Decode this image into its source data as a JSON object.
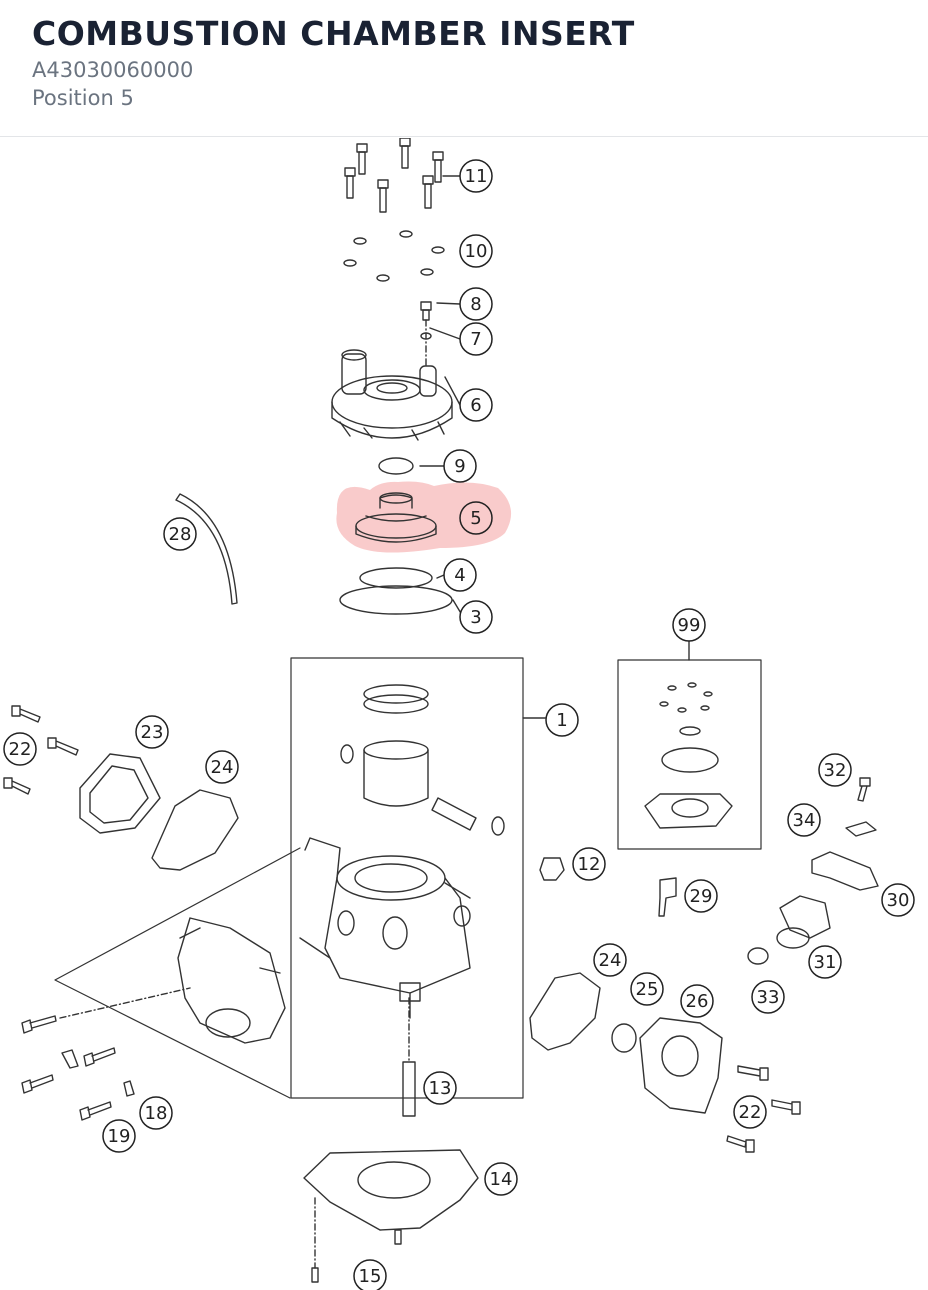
{
  "header": {
    "title": "COMBUSTION CHAMBER INSERT",
    "part_number": "A43030060000",
    "position": "Position 5"
  },
  "diagram": {
    "highlighted_callout": "5",
    "highlight_color": "#f4a0a0",
    "callouts": [
      {
        "id": "11",
        "label": "11"
      },
      {
        "id": "10",
        "label": "10"
      },
      {
        "id": "8",
        "label": "8"
      },
      {
        "id": "7",
        "label": "7"
      },
      {
        "id": "6",
        "label": "6"
      },
      {
        "id": "9",
        "label": "9"
      },
      {
        "id": "5",
        "label": "5"
      },
      {
        "id": "4",
        "label": "4"
      },
      {
        "id": "3",
        "label": "3"
      },
      {
        "id": "28",
        "label": "28"
      },
      {
        "id": "99",
        "label": "99"
      },
      {
        "id": "1",
        "label": "1"
      },
      {
        "id": "23",
        "label": "23"
      },
      {
        "id": "24a",
        "label": "24"
      },
      {
        "id": "22a",
        "label": "22"
      },
      {
        "id": "32",
        "label": "32"
      },
      {
        "id": "34",
        "label": "34"
      },
      {
        "id": "12",
        "label": "12"
      },
      {
        "id": "29",
        "label": "29"
      },
      {
        "id": "30",
        "label": "30"
      },
      {
        "id": "31",
        "label": "31"
      },
      {
        "id": "24b",
        "label": "24"
      },
      {
        "id": "25",
        "label": "25"
      },
      {
        "id": "26",
        "label": "26"
      },
      {
        "id": "33",
        "label": "33"
      },
      {
        "id": "13",
        "label": "13"
      },
      {
        "id": "22b",
        "label": "22"
      },
      {
        "id": "18",
        "label": "18"
      },
      {
        "id": "19",
        "label": "19"
      },
      {
        "id": "14",
        "label": "14"
      },
      {
        "id": "15",
        "label": "15"
      }
    ]
  }
}
